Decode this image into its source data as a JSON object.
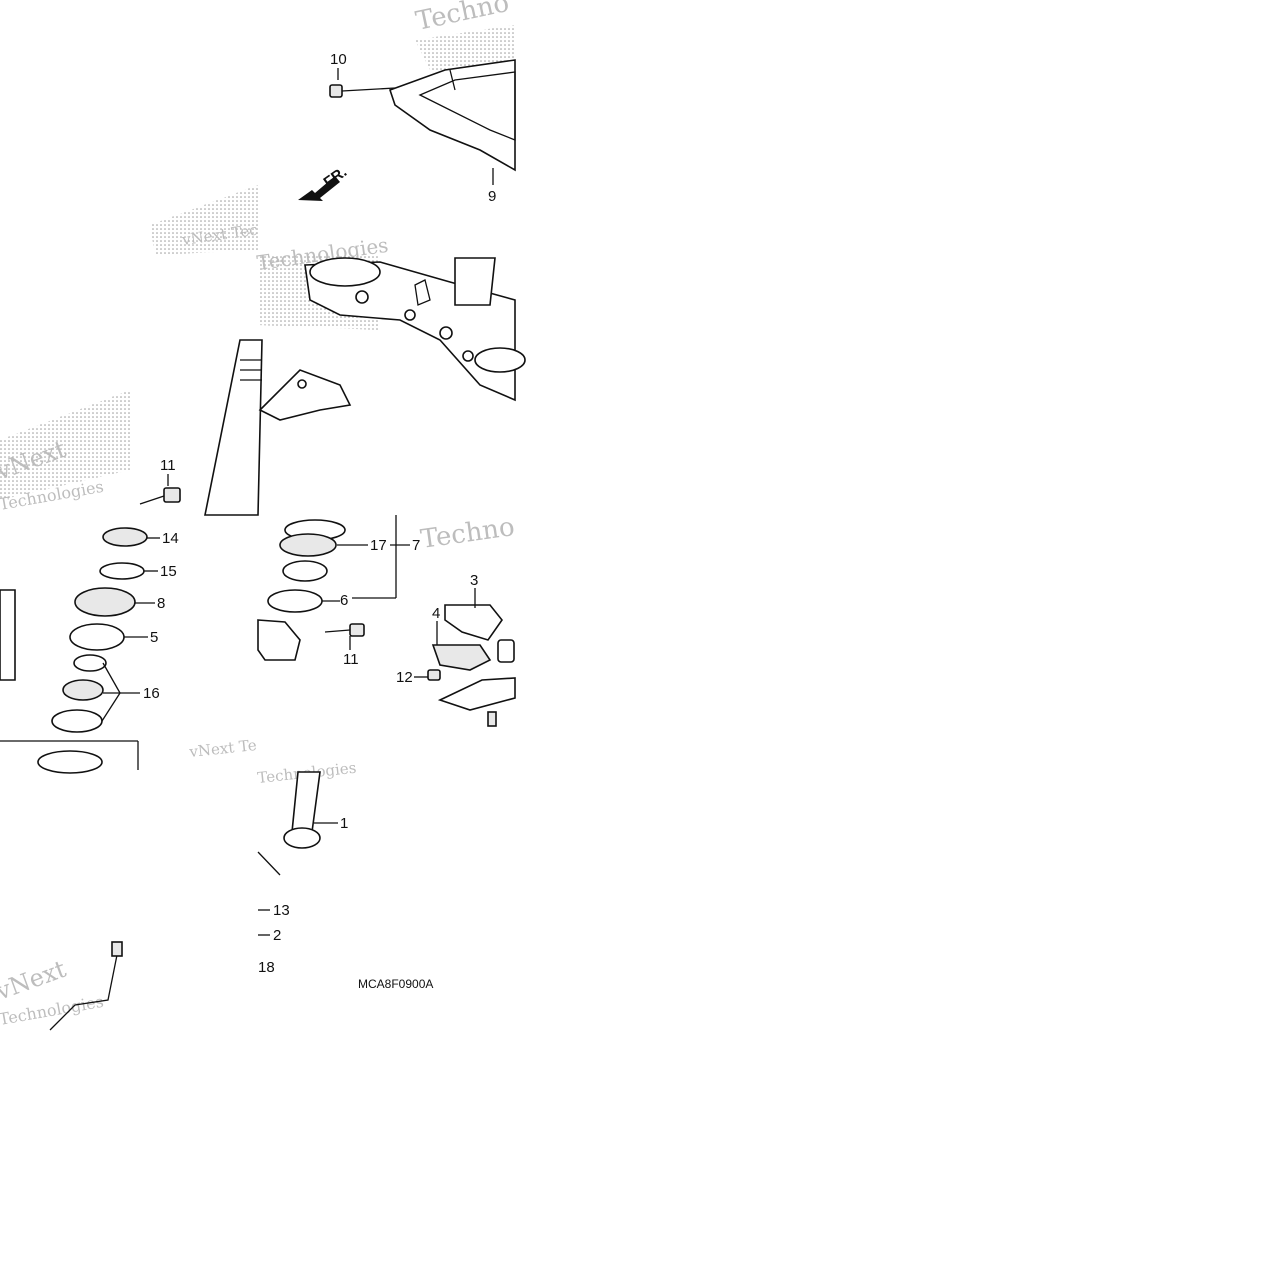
{
  "diagram": {
    "callouts": [
      "10",
      "9",
      "11",
      "14",
      "15",
      "8",
      "5",
      "16",
      "17",
      "7",
      "6",
      "11",
      "3",
      "4",
      "12",
      "1",
      "13",
      "2",
      "18"
    ],
    "diagram_code": "MCA8F0900A",
    "front_marker": "FR.",
    "watermark_fragments": [
      "Techno",
      "vNext Tec",
      "Technologies",
      "vNext",
      "Technologies",
      "Techno",
      "vNext Te",
      "Technologies",
      "vNext",
      "Technologies"
    ]
  }
}
